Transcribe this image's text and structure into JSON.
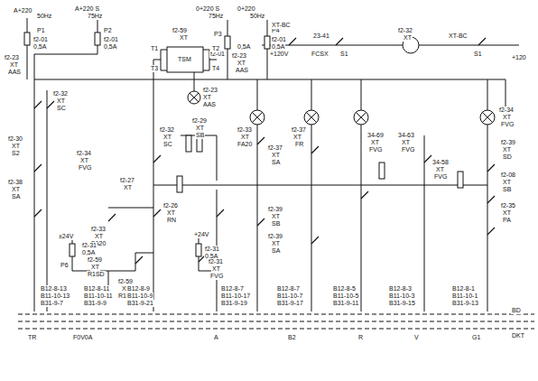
{
  "diagram": {
    "labels": [
      "A+220",
      "50Hz",
      "P1",
      "f2-01",
      "0,5A",
      "A+220 S",
      "75Hz",
      "P2",
      "f2-01",
      "0,5A",
      "0+220 S",
      "75Hz",
      "P3",
      "f2-01",
      "0,5A",
      "0+220",
      "50Hz",
      "P4",
      "f2-01",
      "0,5A",
      "f2-23",
      "XT",
      "AAS",
      "f2-59",
      "XT",
      "TSM",
      "T1",
      "T2",
      "T3",
      "T4",
      "f2-23",
      "XT",
      "AAS",
      "f2-23",
      "XT",
      "AAS",
      "XT-BC",
      "+120V",
      "23-41",
      "FCSX",
      "S1",
      "f2-32",
      "XT",
      "XT-BC",
      "S1",
      "+120",
      "f2-32",
      "XT",
      "SC",
      "f2-30",
      "XT",
      "S2",
      "f2-38",
      "XT",
      "SA",
      "f2-34",
      "XT",
      "FVG",
      "f2-33",
      "XT",
      "FA20",
      "f2-32",
      "XT",
      "SC",
      "f2-29",
      "XT",
      "SB",
      "f2-27",
      "XT",
      "f2-26",
      "XT",
      "RN",
      "f2-33",
      "XT",
      "FA20",
      "f2-37",
      "XT",
      "FR",
      "f2-34",
      "XT",
      "FVG",
      "f2-37",
      "XT",
      "SA",
      "f2-39",
      "XT",
      "SD",
      "f2-08",
      "XT",
      "SB",
      "f2-35",
      "XT",
      "PA",
      "f2-39",
      "XT",
      "SB",
      "f2-39",
      "XT",
      "SA",
      "34-69",
      "XT",
      "FVG",
      "34-63",
      "XT",
      "FVG",
      "34-58",
      "XT",
      "FVG",
      "f2-31",
      "0,5A",
      "+24V",
      "±24V",
      "f2-31",
      "0,5A",
      "P6",
      "f2-59",
      "XT",
      "R1SD",
      "f2-59",
      "XT",
      "R1SA",
      "f2-31",
      "XT",
      "FVG",
      "B12-8-13",
      "B11-10-13",
      "B31-9-7",
      "B12-8-11",
      "B11-10-11",
      "B31-9-9",
      "B12-8-9",
      "B11-10-9",
      "B31-9-21",
      "B12-8-7",
      "B11-10-17",
      "B31-9-19",
      "B12-8-7",
      "B11-10-7",
      "B31-9-17",
      "B12-8-5",
      "B11-10-5",
      "B31-9-11",
      "B12-8-3",
      "B11-10-3",
      "B31-9-15",
      "B12-8-1",
      "B11-10-1",
      "B31-9-13",
      "TR",
      "F0V0A",
      "A",
      "B2",
      "R",
      "V",
      "G1",
      "BD",
      "DKT"
    ]
  }
}
